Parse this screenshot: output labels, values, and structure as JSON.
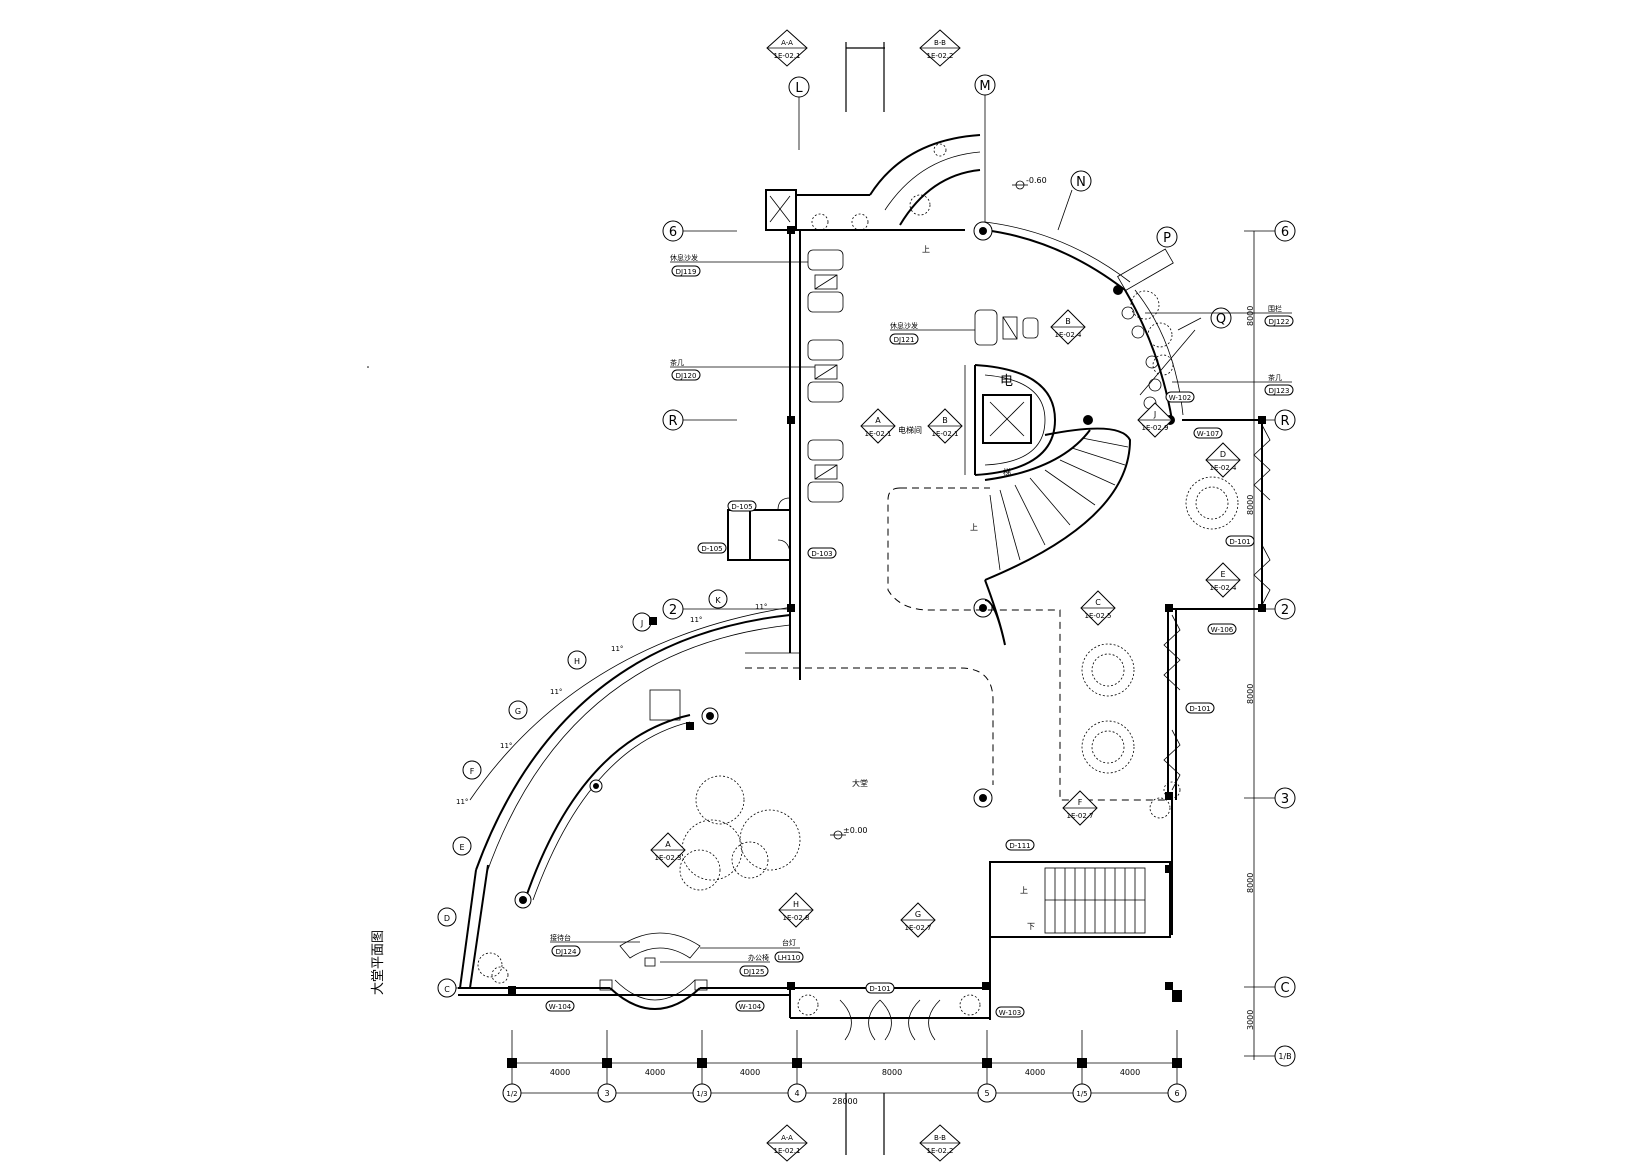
{
  "title_vertical": "大堂平面图",
  "grid_bubbles_right": [
    "6",
    "R",
    "2",
    "3",
    "C",
    "1/B"
  ],
  "grid_bubbles_left": [
    "6",
    "R",
    "2"
  ],
  "grid_bubbles_top": [
    "L",
    "M",
    "N",
    "P",
    "Q"
  ],
  "grid_bubbles_arc": [
    "K",
    "J",
    "H",
    "G",
    "F",
    "E",
    "D",
    "C"
  ],
  "grid_bubbles_bottom": [
    "1/2",
    "3",
    "1/3",
    "4",
    "5",
    "1/5",
    "6"
  ],
  "dims_bottom_segments": [
    "4000",
    "4000",
    "4000",
    "8000",
    "4000",
    "4000"
  ],
  "dim_bottom_total": "28000",
  "dims_right": [
    "8000",
    "8000",
    "8000",
    "8000",
    "3000"
  ],
  "arc_angles": [
    "11°",
    "11°",
    "11°",
    "11°",
    "11°",
    "11°"
  ],
  "level_marks": [
    "-0.60",
    "±0.00"
  ],
  "room_texts": {
    "lobby": "大堂",
    "elevator_room": "电梯间",
    "elevator_char": "电",
    "stair_char": "梯",
    "up1": "上",
    "up2": "上",
    "stair_up": "上",
    "stair_down": "下"
  },
  "notes": [
    {
      "text": "休息沙发",
      "tag": "DJ119"
    },
    {
      "text": "茶几",
      "tag": "DJ120"
    },
    {
      "text": "休息沙发",
      "tag": "DJ121"
    },
    {
      "text": "围栏",
      "tag": "DJ122"
    },
    {
      "text": "茶几",
      "tag": "DJ123"
    },
    {
      "text": "接待台",
      "tag": "DJ124"
    },
    {
      "text": "办公椅",
      "tag": "DJ125"
    },
    {
      "text": "台灯",
      "tag": "LH110"
    }
  ],
  "section_marks": [
    {
      "letter": "A-A",
      "ref": "1E-02.1"
    },
    {
      "letter": "B-B",
      "ref": "1E-02.2"
    }
  ],
  "elevation_marks": [
    {
      "letter": "A",
      "ref": "1E-02.1"
    },
    {
      "letter": "B",
      "ref": "1E-02.1"
    },
    {
      "letter": "B",
      "ref": "1E-02.4"
    },
    {
      "letter": "J",
      "ref": "1E-02.9"
    },
    {
      "letter": "D",
      "ref": "1E-02.4"
    },
    {
      "letter": "E",
      "ref": "1E-02.4"
    },
    {
      "letter": "C",
      "ref": "1E-02.5"
    },
    {
      "letter": "F",
      "ref": "1E-02.7"
    },
    {
      "letter": "A",
      "ref": "1E-02.3"
    },
    {
      "letter": "H",
      "ref": "1E-02.8"
    },
    {
      "letter": "G",
      "ref": "1E-02.7"
    }
  ],
  "door_tags": [
    "D-105",
    "D-105",
    "D-103",
    "D-111",
    "D-101"
  ],
  "window_tags": [
    "W-102",
    "W-107",
    "D-101",
    "W-106",
    "D-101",
    "W-104",
    "W-104",
    "W-103"
  ]
}
